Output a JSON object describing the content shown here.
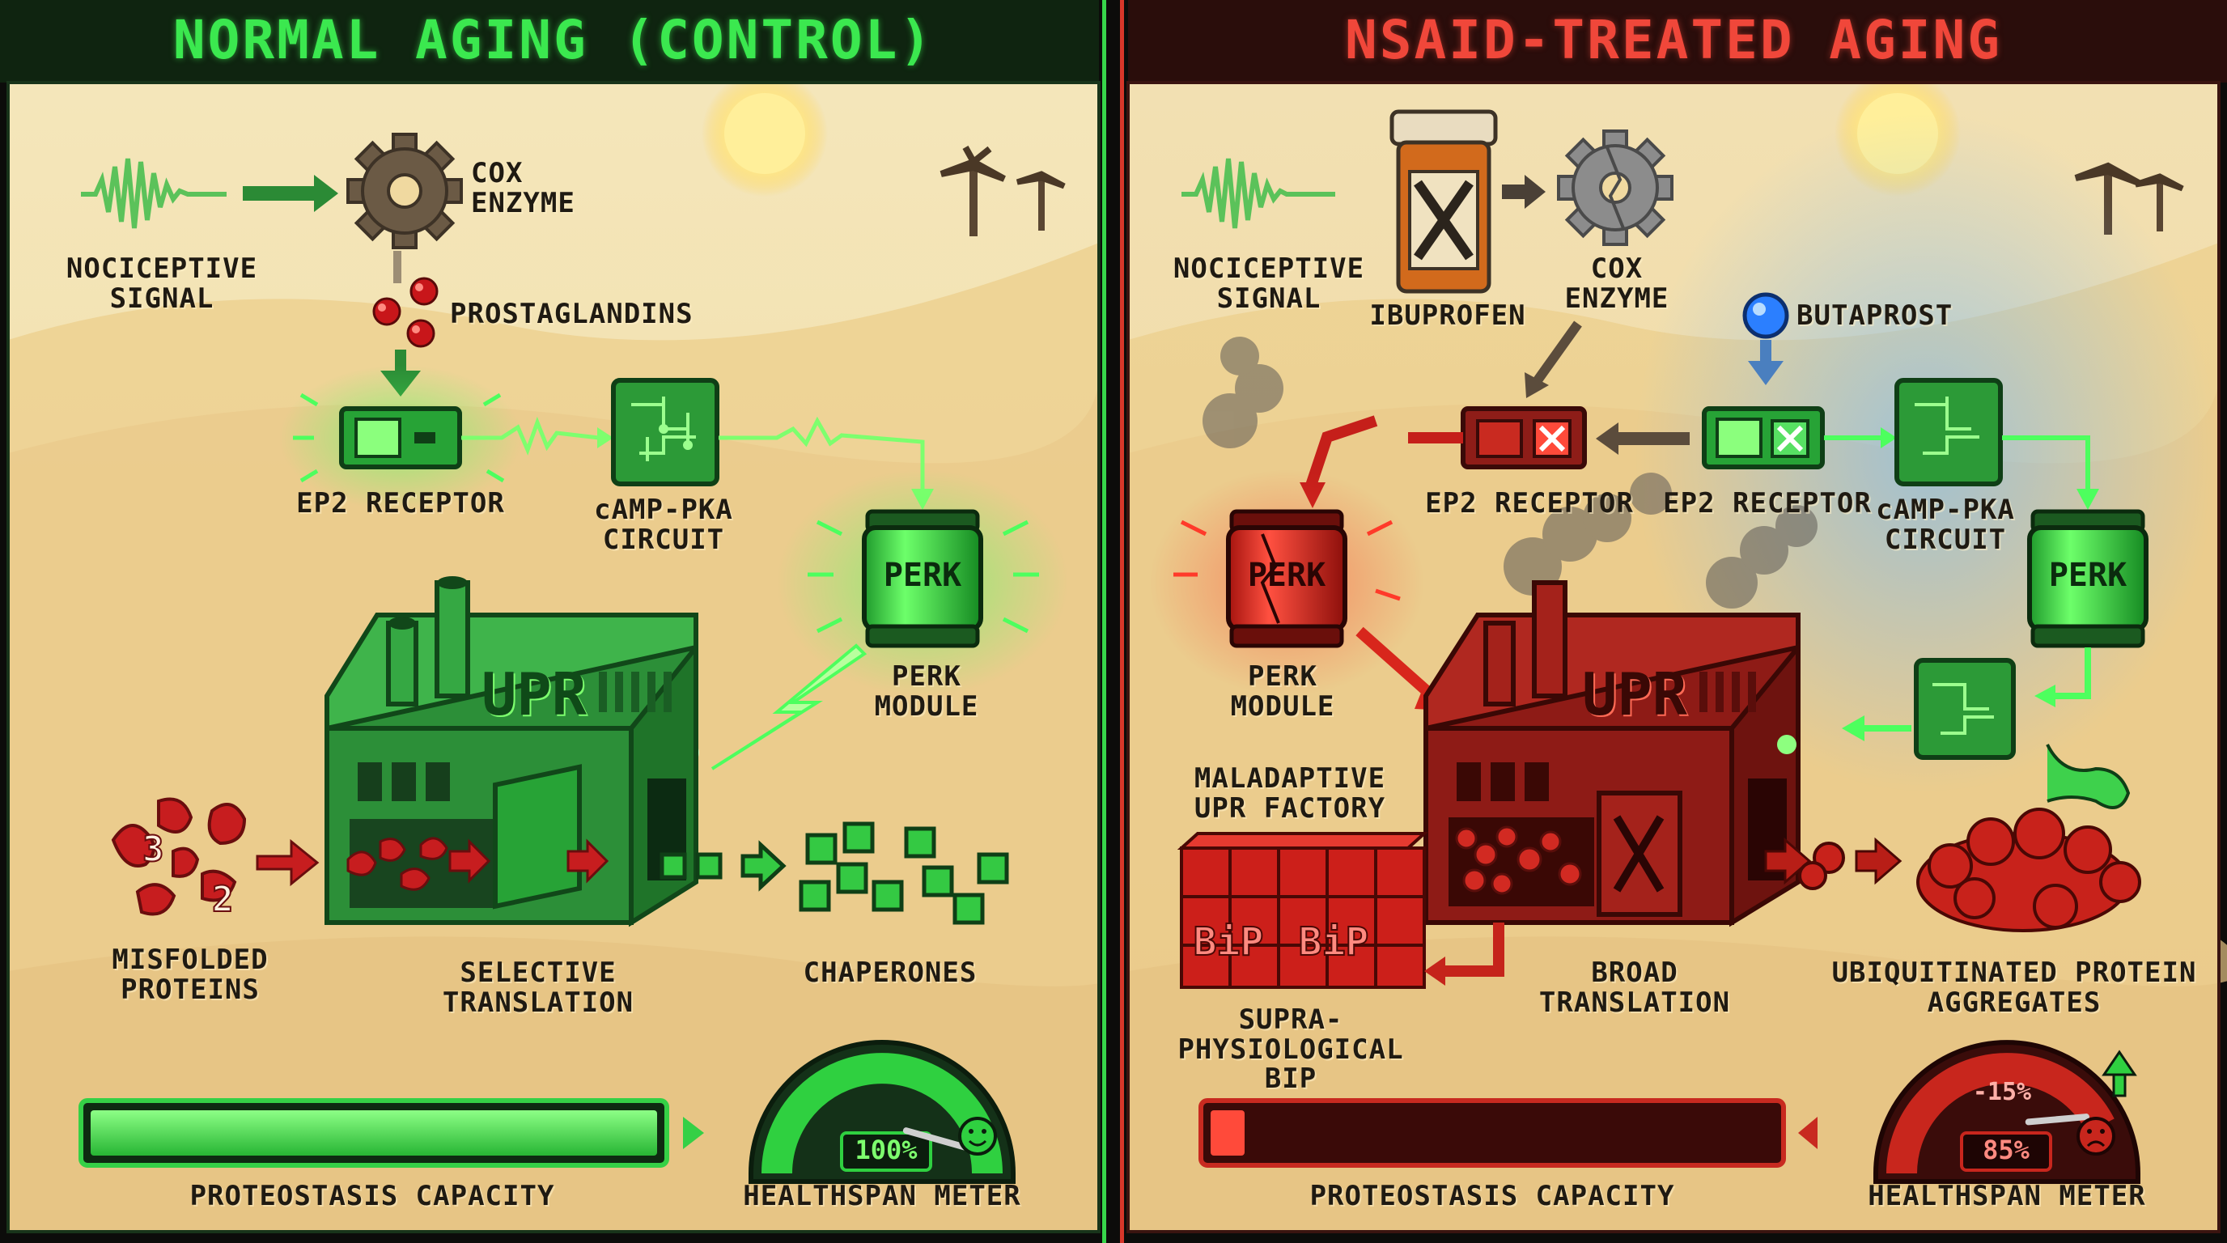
{
  "control": {
    "title": "NORMAL AGING (CONTROL)",
    "labels": {
      "nociceptive_signal": "NOCICEPTIVE\nSIGNAL",
      "cox_enzyme": "COX\nENZYME",
      "prostaglandins": "PROSTAGLANDINS",
      "ep2_receptor": "EP2 RECEPTOR",
      "camp_pka_circuit": "cAMP-PKA\nCIRCUIT",
      "perk_module": "PERK\nMODULE",
      "misfolded_proteins": "MISFOLDED\nPROTEINS",
      "selective_translation": "SELECTIVE\nTRANSLATION",
      "chaperones": "CHAPERONES",
      "proteostasis_capacity": "PROTEOSTASIS CAPACITY",
      "healthspan_meter": "HEALTHSPAN METER"
    },
    "tank_label": "PERK",
    "factory_label": "UPR",
    "meter_value": "100%",
    "proteostasis_fill": 1.0,
    "healthspan_fill": 1.0,
    "misfolded_digits": [
      "3",
      "2"
    ]
  },
  "treated": {
    "title": "NSAID-TREATED AGING",
    "labels": {
      "nociceptive_signal": "NOCICEPTIVE\nSIGNAL",
      "ibuprofen": "IBUPROFEN",
      "cox_enzyme": "COX\nENZYME",
      "butaprost": "BUTAPROST",
      "ep2_receptor_blocked": "EP2 RECEPTOR",
      "ep2_receptor_active": "EP2 RECEPTOR",
      "camp_pka_circuit": "cAMP-PKA\nCIRCUIT",
      "perk_module": "PERK\nMODULE",
      "maladaptive_factory": "MALADAPTIVE\nUPR FACTORY",
      "supraphysiological_bip": "SUPRA-\nPHYSIOLOGICAL\nBIP",
      "broad_translation": "BROAD\nTRANSLATION",
      "ubiquitinated_aggregates": "UBIQUITINATED PROTEIN\nAGGREGATES",
      "proteostasis_capacity": "PROTEOSTASIS CAPACITY",
      "healthspan_meter": "HEALTHSPAN METER"
    },
    "tank_label": "PERK",
    "tank_label_active": "PERK",
    "factory_label": "UPR",
    "bip_labels": [
      "BiP",
      "BiP"
    ],
    "meter_value": "85%",
    "meter_delta": "-15%",
    "proteostasis_fill": 0.06,
    "healthspan_fill": 0.85
  },
  "colors": {
    "control_accent": "#37d64a",
    "treated_accent": "#e33a2c",
    "sand": "#f3dca4",
    "sky": "#f6e7bd",
    "glow_blue": "#4aa8ff"
  },
  "icons": {
    "signal": "waveform-icon",
    "enzyme": "gear-icon",
    "drug": "pill-bottle-icon",
    "smiley": "smiley-icon",
    "frown": "frown-icon"
  }
}
